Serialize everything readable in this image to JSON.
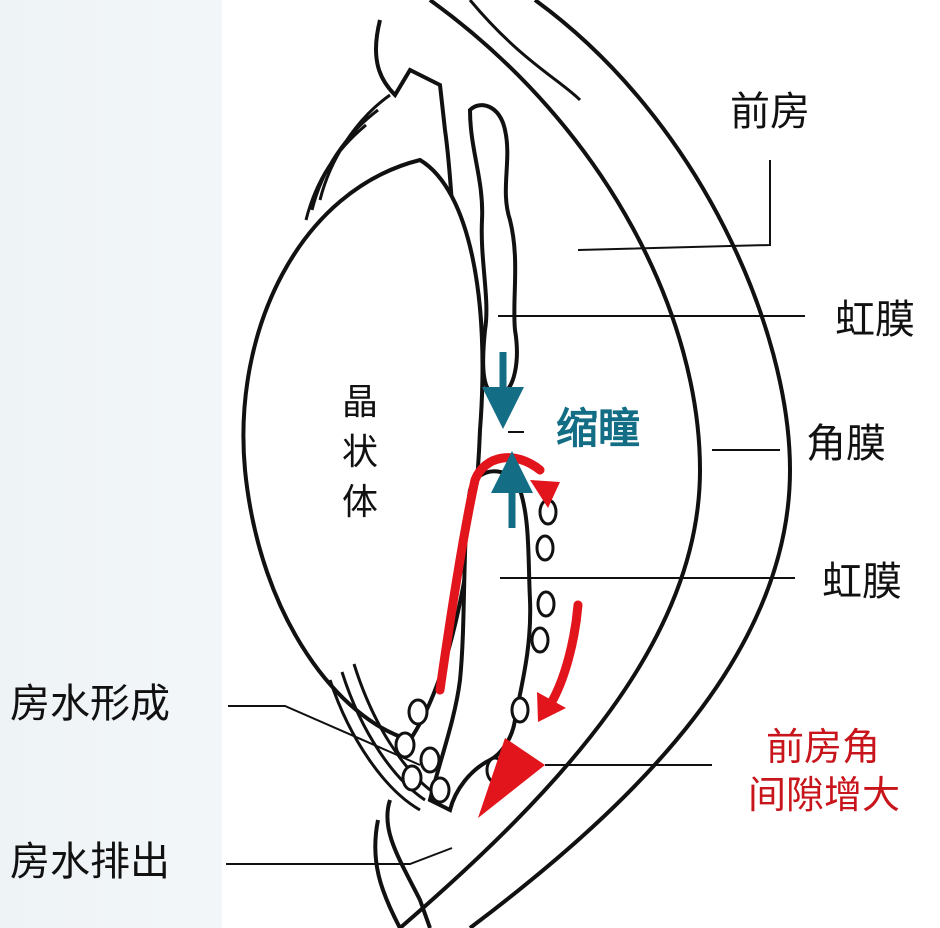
{
  "labels": {
    "anterior_chamber": "前房",
    "iris_top": "虹膜",
    "cornea": "角膜",
    "iris_bottom": "虹膜",
    "miosis": "缩瞳",
    "angle_line1": "前房角",
    "angle_line2": "间隙增大",
    "aqueous_formation": "房水形成",
    "aqueous_outflow": "房水排出",
    "lens_chars": [
      "晶",
      "状",
      "体"
    ]
  },
  "colors": {
    "teal_arrow": "#136e85",
    "red_flow": "#e2151d",
    "red_text": "#c8151b",
    "line": "#111111"
  }
}
